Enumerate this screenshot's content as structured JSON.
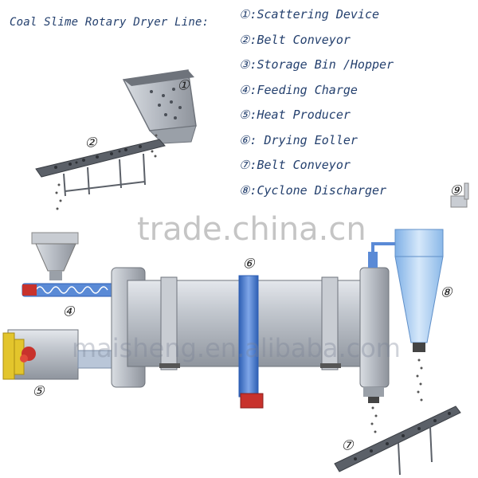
{
  "title": "Coal Slime Rotary Dryer Line:",
  "legend": [
    "①:Scattering Device",
    "②:Belt Conveyor",
    "③:Storage Bin /Hopper",
    "④:Feeding Charge",
    "⑤:Heat Producer",
    "⑥: Drying Eoller",
    "⑦:Belt Conveyor",
    "⑧:Cyclone Discharger"
  ],
  "callouts": {
    "c1": "①",
    "c2": "②",
    "c4": "④",
    "c5": "⑤",
    "c6": "⑥",
    "c7": "⑦",
    "c8": "⑧",
    "c9": "⑨"
  },
  "watermarks": {
    "main": "trade.china.cn",
    "secondary": "maisheng.en.alibaba.com"
  },
  "colors": {
    "text": "#24406e",
    "drum": "#b9bec6",
    "accent_blue": "#3d6fc4",
    "fan_red": "#c8322c"
  }
}
